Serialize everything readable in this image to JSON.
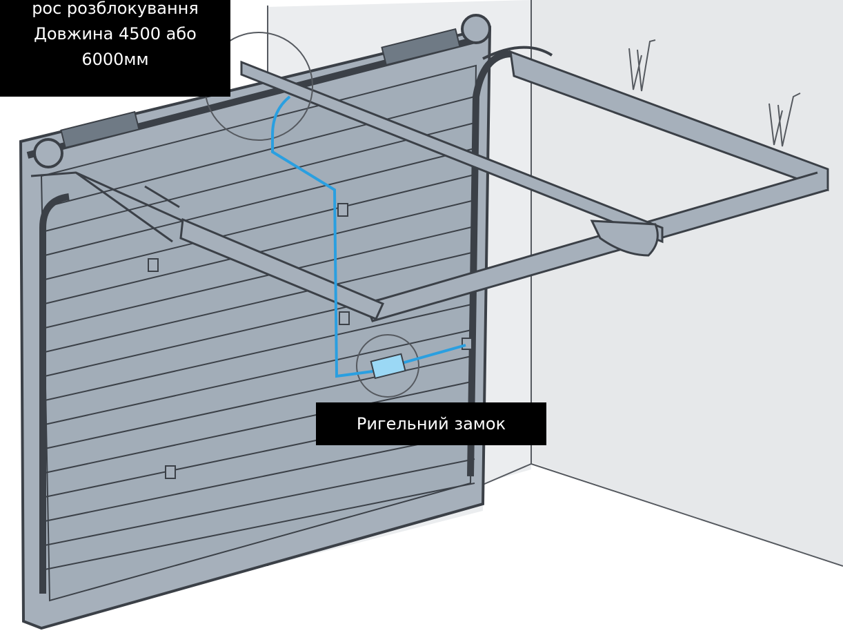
{
  "labels": {
    "release_cable": {
      "line1": "рос розблокування",
      "line2": "Довжина 4500 або",
      "line3": "6000мм"
    },
    "bolt_lock": "Ригельний замок"
  },
  "colors": {
    "door": "#a6b0bb",
    "outline": "#3b4047",
    "wall": "#ebedef",
    "cable": "#2a9fe0",
    "lock_fill": "#9bd8f5",
    "label_bg": "#000000",
    "label_text": "#ffffff"
  }
}
